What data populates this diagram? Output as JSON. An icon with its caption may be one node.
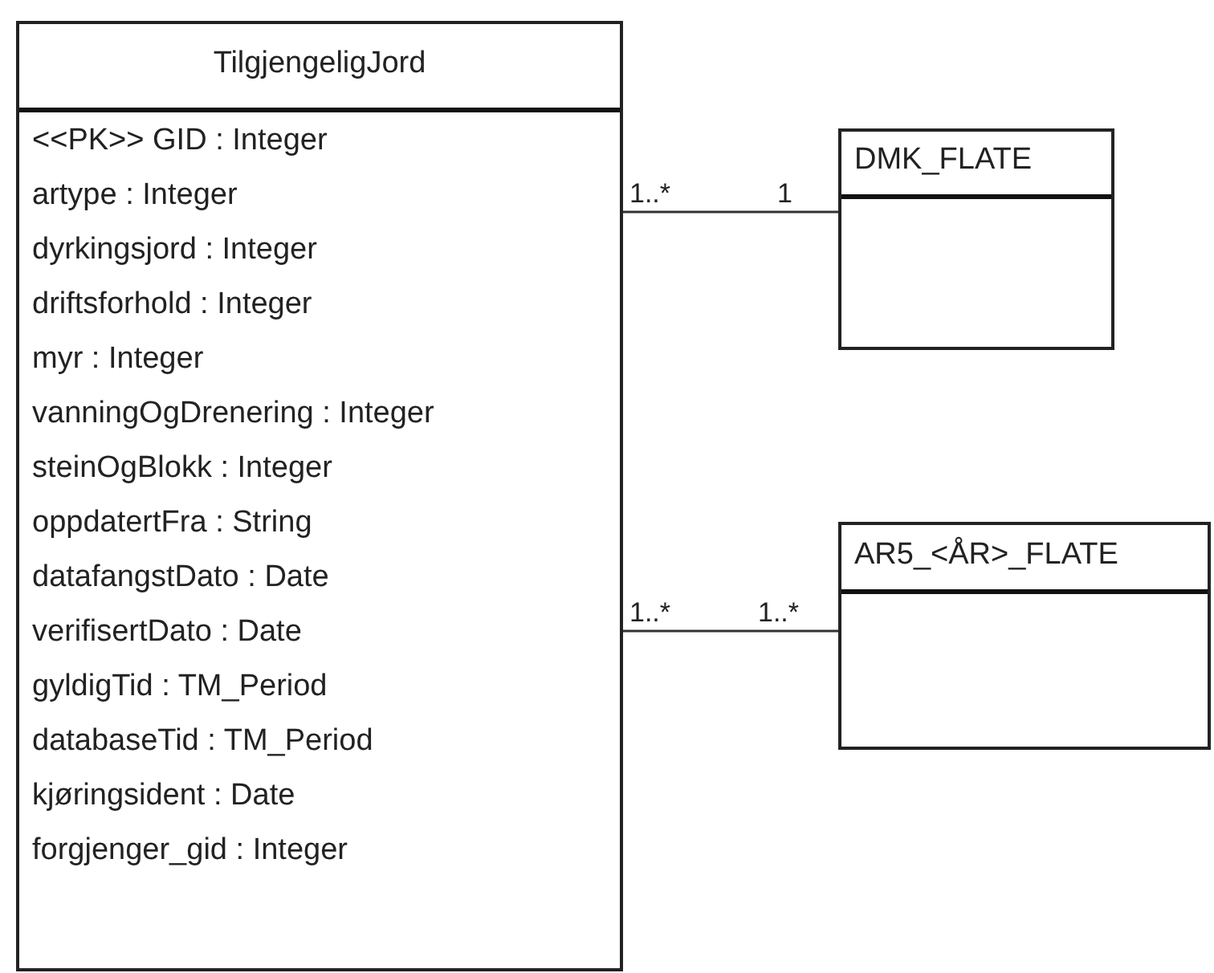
{
  "diagram": {
    "nodes": [
      {
        "text": [
          "TilgjengeligJord",
          "<<PK>> GID : Integer",
          "artype : Integer",
          "dyrkingsjord : Integer",
          "driftsforhold : Integer",
          "myr : Integer",
          "vanningOgDrenering : Integer",
          "steinOgBlokk : Integer",
          "oppdatertFra : String",
          "datafangstDato : Date",
          "verifisertDato : Date",
          "gyldigTid : TM_Period",
          "databaseTid : TM_Period",
          "kjøringsident : Date",
          "forgjenger_gid : Integer"
        ]
      },
      {
        "text": [
          "DMK_FLATE"
        ]
      },
      {
        "text": [
          "AR5_<ÅR>_FLATE"
        ]
      }
    ],
    "edges": [
      {
        "from": 0,
        "to": 1,
        "arrow": "none"
      },
      {
        "from": 0,
        "to": 2,
        "arrow": "none"
      }
    ],
    "labels": [
      "1..*",
      "1",
      "1..*",
      "1..*"
    ]
  }
}
